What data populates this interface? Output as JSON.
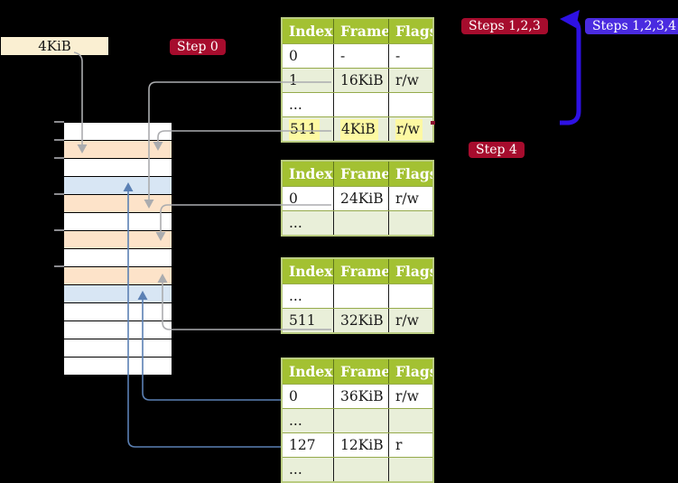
{
  "title_note": "4-level page table translation diagram",
  "frame_label": "4KiB",
  "badges": {
    "step0": "Step 0",
    "steps123": "Steps 1,2,3",
    "steps1234": "Steps 1,2,3,4",
    "step4": "Step 4"
  },
  "table_headers": [
    "Index",
    "Frame",
    "Flags"
  ],
  "tables": {
    "t1": {
      "rows": [
        {
          "index": "0",
          "frame": "-",
          "flags": "-"
        },
        {
          "index": "1",
          "frame": "16KiB",
          "flags": "r/w"
        },
        {
          "index": "...",
          "frame": "",
          "flags": ""
        },
        {
          "index": "511",
          "frame": "4KiB",
          "flags": "r/w",
          "highlighted": true
        }
      ]
    },
    "t2": {
      "rows": [
        {
          "index": "0",
          "frame": "24KiB",
          "flags": "r/w"
        },
        {
          "index": "...",
          "frame": "",
          "flags": ""
        }
      ]
    },
    "t3": {
      "rows": [
        {
          "index": "...",
          "frame": "",
          "flags": ""
        },
        {
          "index": "511",
          "frame": "32KiB",
          "flags": "r/w"
        }
      ]
    },
    "t4": {
      "rows": [
        {
          "index": "0",
          "frame": "36KiB",
          "flags": "r/w"
        },
        {
          "index": "...",
          "frame": "",
          "flags": ""
        },
        {
          "index": "127",
          "frame": "12KiB",
          "flags": "r"
        },
        {
          "index": "...",
          "frame": "",
          "flags": ""
        }
      ]
    }
  },
  "memory": {
    "rows": [
      "white",
      "orange",
      "white",
      "blue",
      "orange",
      "white",
      "orange",
      "white",
      "orange",
      "blue",
      "white",
      "white",
      "white",
      "white"
    ],
    "tick_offsets": [
      134,
      154,
      174,
      214,
      254,
      294
    ]
  },
  "colors": {
    "background": "#000000",
    "table_header_green": "#a3c132",
    "table_row_green": "#e9efd9",
    "table_border": "#bacc81",
    "frame_orange": "#fde3c9",
    "frame_blue": "#d8e6f4",
    "label_cream": "#faefd2",
    "badge_red": "#a60c2d",
    "badge_blue": "#4a2be0",
    "big_arrow_blue": "#2e11e3",
    "connector_gray": "#abacaf",
    "connector_blue": "#5b80b4",
    "highlight_yellow": "#fdf9a2"
  }
}
